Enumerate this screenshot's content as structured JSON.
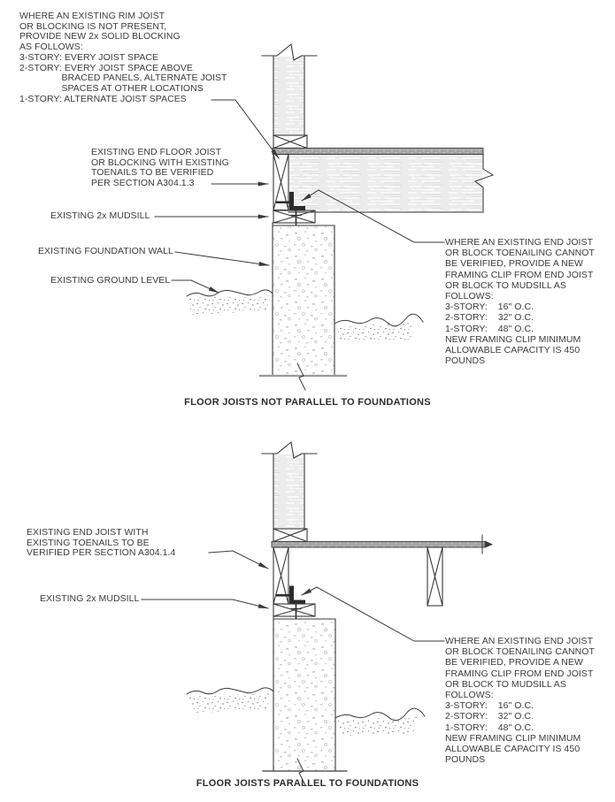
{
  "palette": {
    "line": "#3a3a3a",
    "text": "#3b3b3b",
    "wood_fill": "#ececec",
    "subfloor_fill": "#a6a6a6",
    "clip_fill": "#2b2b2b",
    "paper": "#ffffff"
  },
  "top_diagram": {
    "title": "FLOOR JOISTS NOT PARALLEL TO FOUNDATIONS",
    "blocking_note": "WHERE AN EXISTING RIM JOIST\nOR BLOCKING IS NOT PRESENT,\nPROVIDE NEW 2x SOLID BLOCKING\nAS FOLLOWS:\n3-STORY: EVERY JOIST SPACE\n2-STORY: EVERY JOIST SPACE ABOVE\n                BRACED PANELS, ALTERNATE JOIST\n                SPACES AT OTHER LOCATIONS\n1-STORY: ALTERNATE JOIST SPACES",
    "end_joist_note": "EXISTING END FLOOR JOIST\nOR BLOCKING WITH EXISTING\nTOENAILS TO BE VERIFIED\nPER SECTION A304.1.3",
    "mudsill_label": "EXISTING 2x MUDSILL",
    "foundation_label": "EXISTING FOUNDATION WALL",
    "ground_label": "EXISTING GROUND LEVEL",
    "clip_note": "WHERE AN EXISTING END JOIST\nOR BLOCK TOENAILING CANNOT\nBE VERIFIED, PROVIDE A NEW\nFRAMING CLIP FROM END JOIST\nOR BLOCK TO MUDSILL AS\nFOLLOWS:\n3-STORY:    16\" O.C.\n2-STORY:    32\" O.C.\n1-STORY:    48\" O.C.\nNEW FRAMING CLIP MINIMUM\nALLOWABLE CAPACITY IS 450\nPOUNDS"
  },
  "bottom_diagram": {
    "title": "FLOOR JOISTS PARALLEL TO FOUNDATIONS",
    "end_joist_note": "EXISTING END JOIST WITH\nEXISTING TOENAILS TO BE\nVERIFIED PER SECTION A304.1.4",
    "mudsill_label": "EXISTING 2x MUDSILL",
    "clip_note": "WHERE AN EXISTING END JOIST\nOR BLOCK TOENAILING CANNOT\nBE VERIFIED, PROVIDE A NEW\nFRAMING CLIP FROM END JOIST\nOR BLOCK TO MUDSILL AS\nFOLLOWS:\n3-STORY:    16\" O.C.\n2-STORY:    32\" O.C.\n1-STORY:    48\" O.C.\nNEW FRAMING CLIP MINIMUM\nALLOWABLE CAPACITY IS 450\nPOUNDS"
  }
}
